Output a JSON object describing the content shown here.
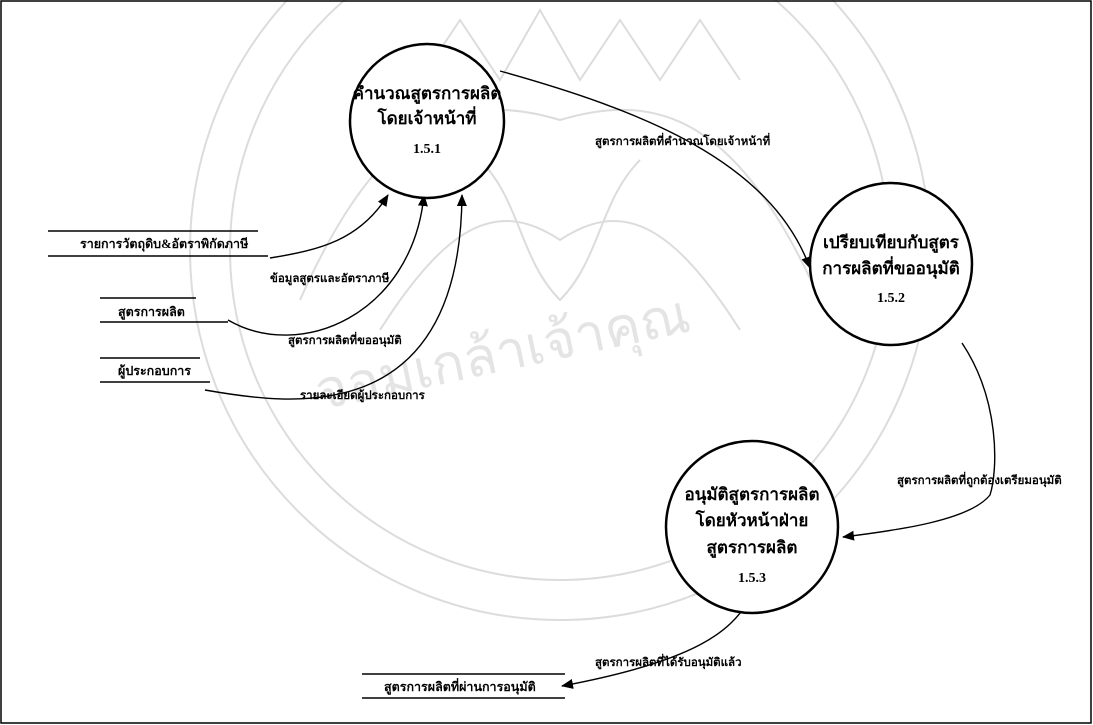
{
  "watermark": {
    "arc_text": "ราชมงคลพระนคร ... จอมเกล้าเจ้าคุณทหาร"
  },
  "processes": [
    {
      "id": "p151",
      "lines": [
        "คำนวณสูตรการผลิต",
        "โดยเจ้าหน้าที่"
      ],
      "number": "1.5.1"
    },
    {
      "id": "p152",
      "lines": [
        "เปรียบเทียบกับสูตร",
        "การผลิตที่ขออนุมัติ"
      ],
      "number": "1.5.2"
    },
    {
      "id": "p153",
      "lines": [
        "อนุมัติสูตรการผลิต",
        "โดยหัวหน้าฝ่าย",
        "สูตรการผลิต"
      ],
      "number": "1.5.3"
    }
  ],
  "data_stores": [
    {
      "id": "materials",
      "label": "รายการวัตถุดิบ&อัตราพิกัดภาษี"
    },
    {
      "id": "formula",
      "label": "สูตรการผลิต"
    },
    {
      "id": "operator",
      "label": "ผู้ประกอบการ"
    },
    {
      "id": "approved",
      "label": "สูตรการผลิตที่ผ่านการอนุมัติ"
    }
  ],
  "flows": [
    {
      "id": "f_materials",
      "label": "ข้อมูลสูตรและอัตราภาษี"
    },
    {
      "id": "f_formula",
      "label": "สูตรการผลิตที่ขออนุมัติ"
    },
    {
      "id": "f_operator",
      "label": "รายละเอียดผู้ประกอบการ"
    },
    {
      "id": "f_151_152",
      "label": "สูตรการผลิตที่คำนวณโดยเจ้าหน้าที่"
    },
    {
      "id": "f_152_153",
      "label": "สูตรการผลิตที่ถูกต้องเตรียมอนุมัติ"
    },
    {
      "id": "f_153_out",
      "label": "สูตรการผลิตที่ได้รับอนุมัติแล้ว"
    }
  ]
}
